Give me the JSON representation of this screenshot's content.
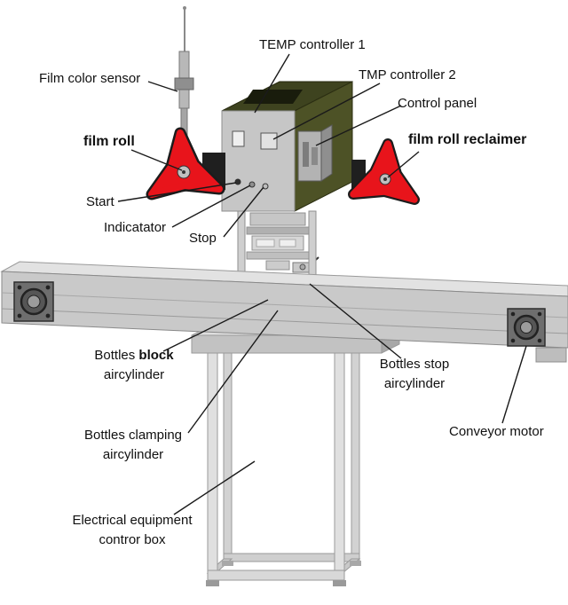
{
  "labels": {
    "temp_controller_1": "TEMP controller 1",
    "tmp_controller_2": "TMP controller 2",
    "film_color_sensor": "Film color sensor",
    "control_panel": "Control panel",
    "film_roll": "film roll",
    "film_roll_reclaimer": "film roll reclaimer",
    "start": "Start",
    "indicatator": "Indicatator",
    "stop": "Stop",
    "bottles_block": {
      "line1_prefix": "Bottles ",
      "line1_bold": "block",
      "line2": "aircylinder"
    },
    "bottles_stop": {
      "line1": "Bottles stop",
      "line2": "aircylinder"
    },
    "bottles_clamping": {
      "line1": "Bottles clamping",
      "line2": "aircylinder"
    },
    "conveyor_motor": "Conveyor motor",
    "electrical_control_box": {
      "line1": "Electrical equipment",
      "line2": "contror box"
    }
  },
  "colors": {
    "film_roll_red": "#e8141b",
    "machine_gray": "#c9c9c9",
    "head_panel_olive": "#4d5226",
    "head_top_olive": "#3e431f",
    "motor_flange_gray": "#6e6e6e",
    "leader_line_black": "#1a1a1a",
    "background": "#ffffff"
  }
}
